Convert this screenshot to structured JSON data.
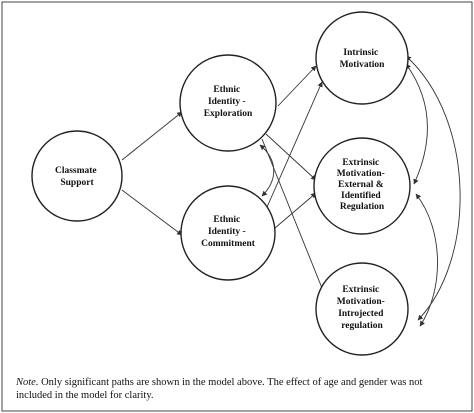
{
  "nodes": {
    "classmate_support": [
      "Classmate",
      "Support"
    ],
    "ethnic_identity_exploration": [
      "Ethnic",
      "Identity -",
      "Exploration"
    ],
    "ethnic_identity_commitment": [
      "Ethnic",
      "Identity -",
      "Commitment"
    ],
    "intrinsic_motivation": [
      "Intrinsic",
      "Motivation"
    ],
    "extrinsic_external_identified": [
      "Extrinsic",
      "Motivation-",
      "External &",
      "Identified",
      "Regulation"
    ],
    "extrinsic_introjected": [
      "Extrinsic",
      "Motivation-",
      "Introjected",
      "regulation"
    ]
  },
  "note": {
    "label": "Note.",
    "text": "Only significant paths are shown in the model above. The effect of age and gender was not included in the model for clarity."
  },
  "colors": {
    "line": "#333333",
    "node_fill": "#ffffff",
    "node_stroke": "#222222"
  }
}
